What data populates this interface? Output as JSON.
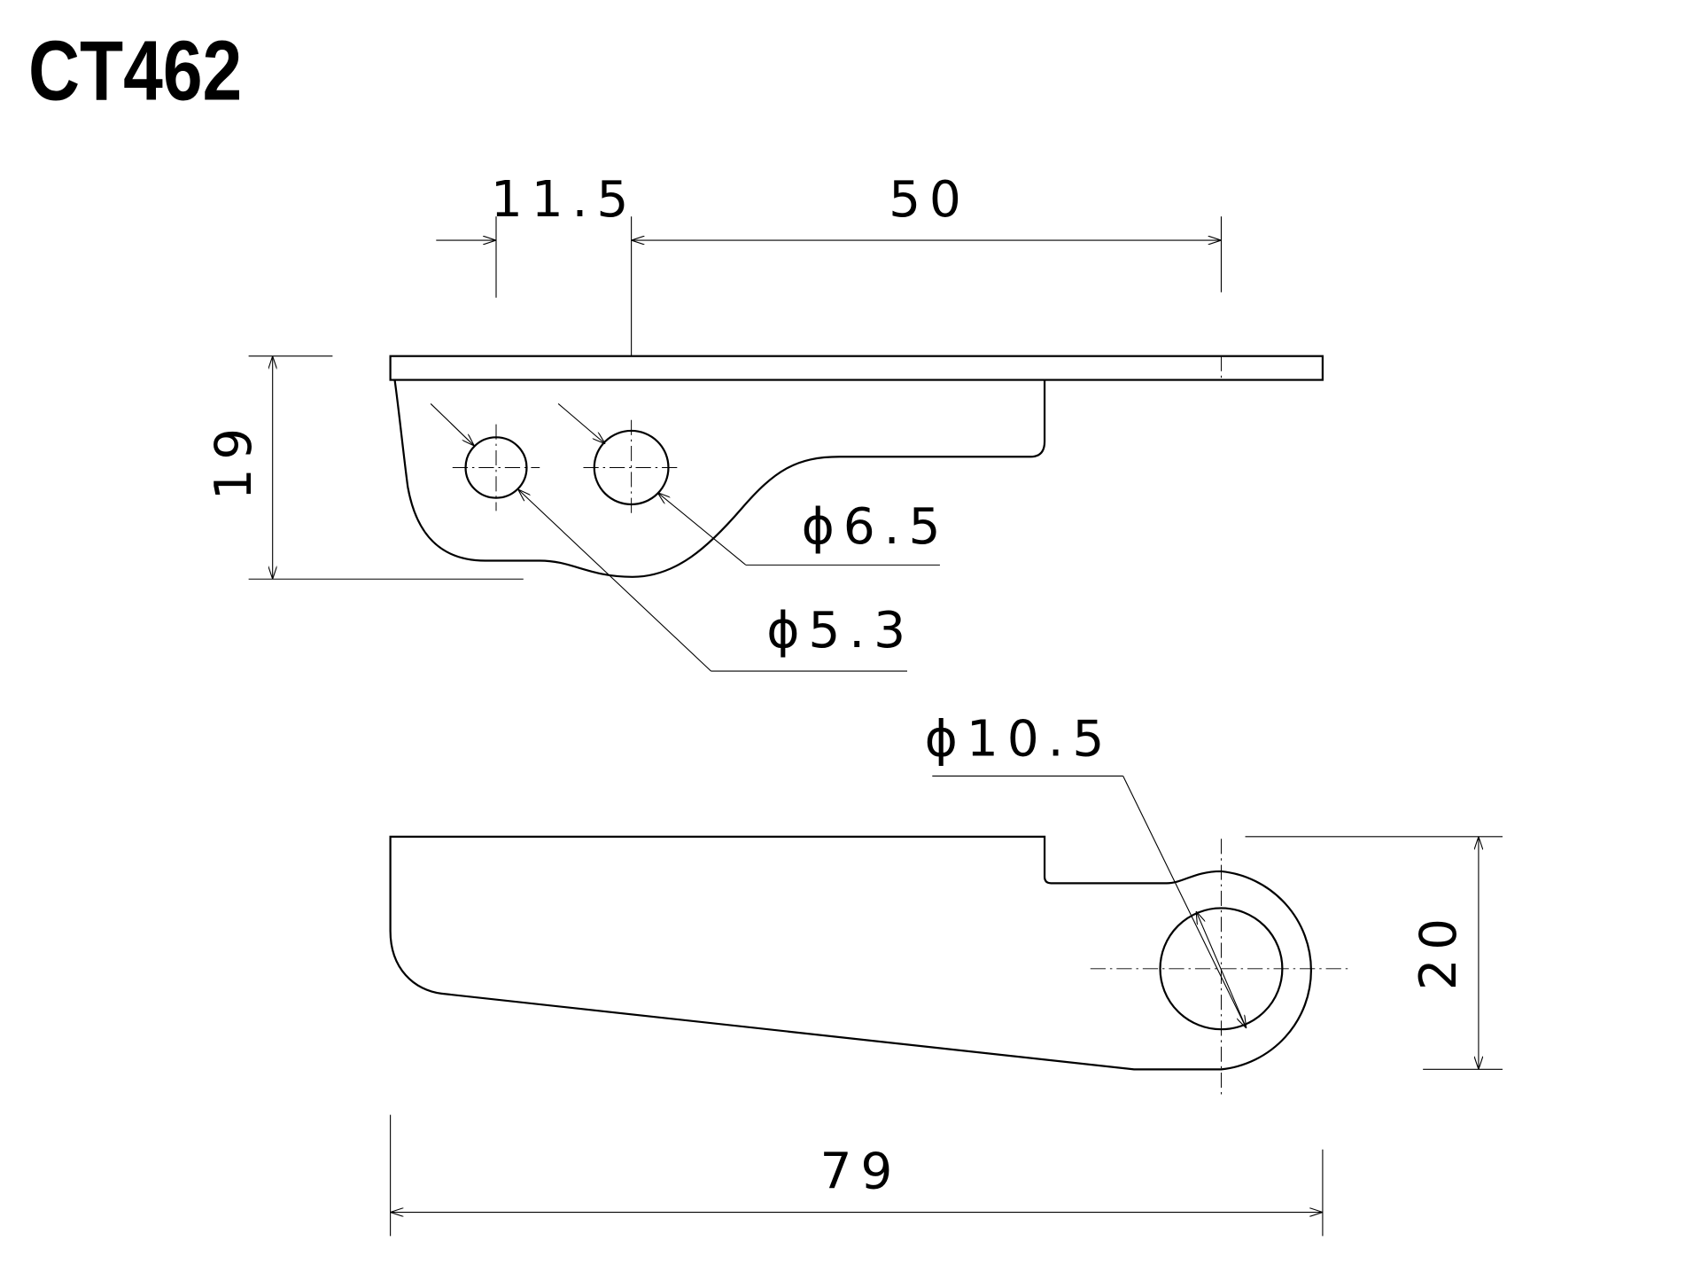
{
  "title": "CT462",
  "dimensions": {
    "offset_hole": "11.5",
    "hole_to_end": "50",
    "height_top_view": "19",
    "hole_small_dia": "ϕ6.5",
    "hole_tiny_dia": "ϕ5.3",
    "hole_large_dia": "ϕ10.5",
    "height_side_view": "20",
    "overall_length": "79"
  }
}
